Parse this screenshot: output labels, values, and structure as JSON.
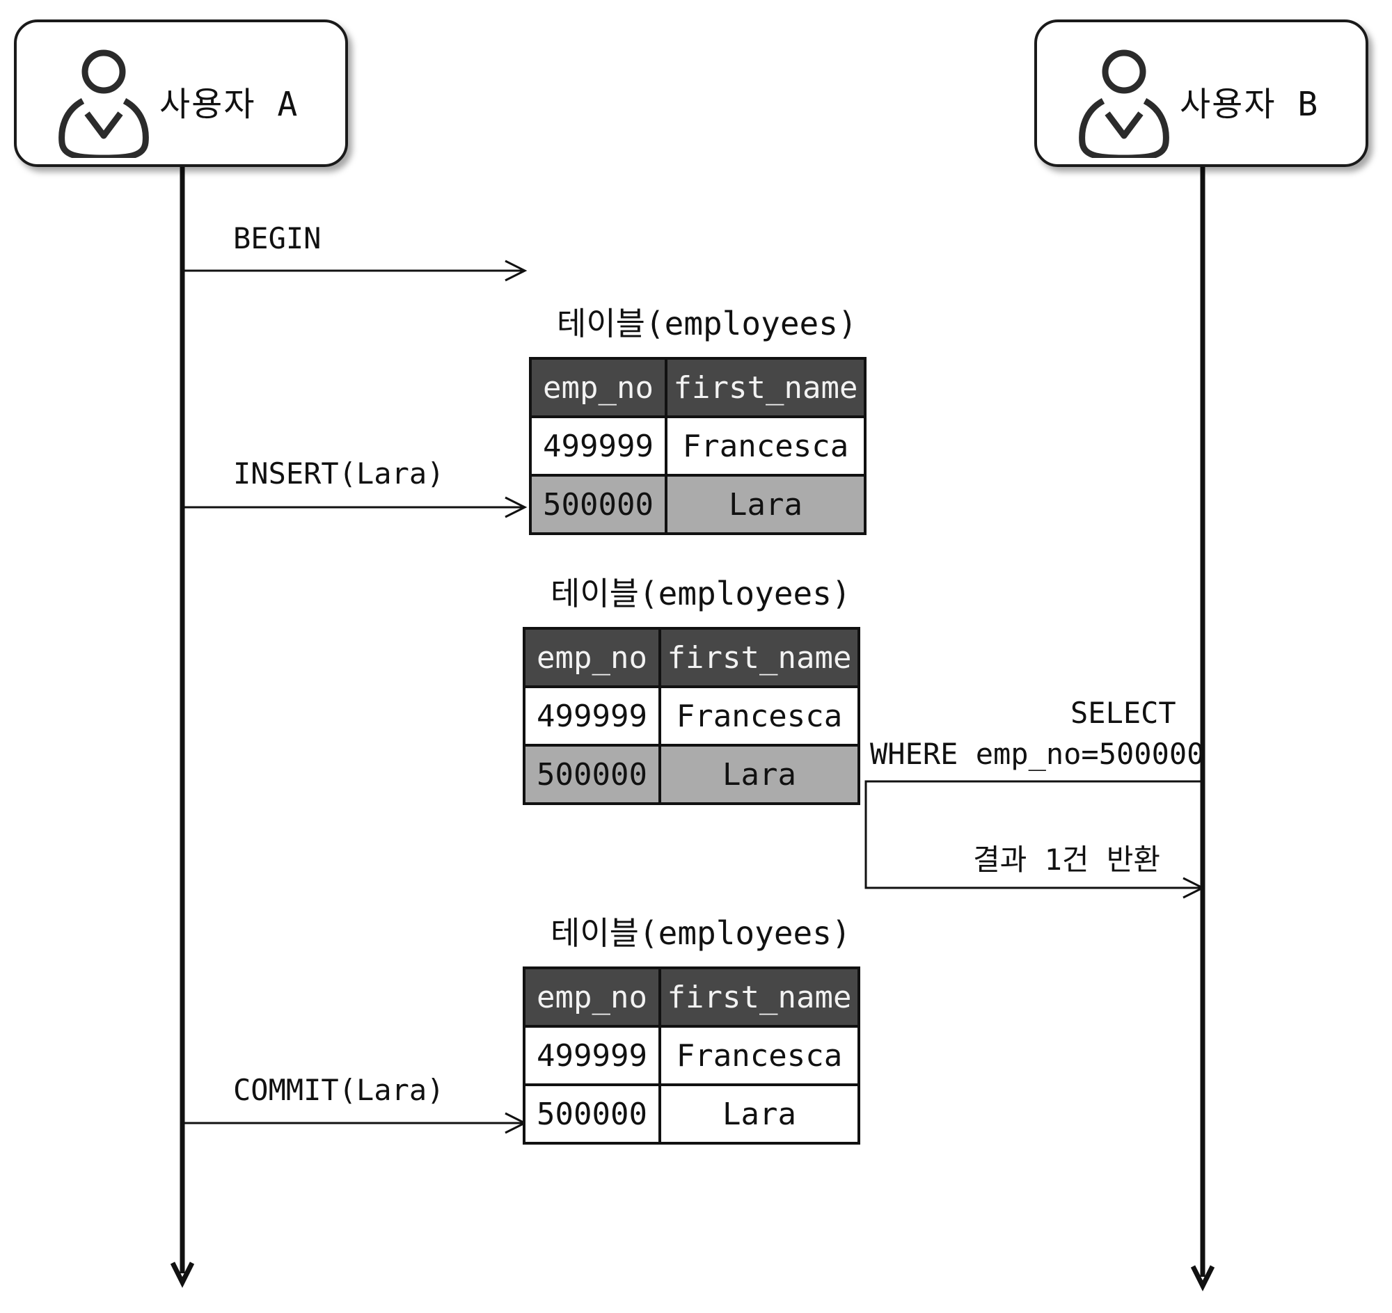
{
  "actors": {
    "a": {
      "name": "사용자 A",
      "icon": "user-icon"
    },
    "b": {
      "name": "사용자 B",
      "icon": "user-icon"
    }
  },
  "messages": {
    "begin": "BEGIN",
    "insert": "INSERT(Lara)",
    "commit": "COMMIT(Lara)",
    "select_line1": "SELECT",
    "select_line2": "WHERE emp_no=500000",
    "result": "결과 1건 반환"
  },
  "tables": [
    {
      "title": "테이블(employees)",
      "headers": [
        "emp_no",
        "first_name"
      ],
      "rows": [
        {
          "emp_no": "499999",
          "first_name": "Francesca",
          "highlighted": false
        },
        {
          "emp_no": "500000",
          "first_name": "Lara",
          "highlighted": true
        }
      ]
    },
    {
      "title": "테이블(employees)",
      "headers": [
        "emp_no",
        "first_name"
      ],
      "rows": [
        {
          "emp_no": "499999",
          "first_name": "Francesca",
          "highlighted": false
        },
        {
          "emp_no": "500000",
          "first_name": "Lara",
          "highlighted": true
        }
      ]
    },
    {
      "title": "테이블(employees)",
      "headers": [
        "emp_no",
        "first_name"
      ],
      "rows": [
        {
          "emp_no": "499999",
          "first_name": "Francesca",
          "highlighted": false
        },
        {
          "emp_no": "500000",
          "first_name": "Lara",
          "highlighted": false
        }
      ]
    }
  ],
  "colors": {
    "header_bg": "#474747",
    "header_text": "#f2f2f2",
    "highlight_row": "#ababab",
    "line": "#111111"
  }
}
